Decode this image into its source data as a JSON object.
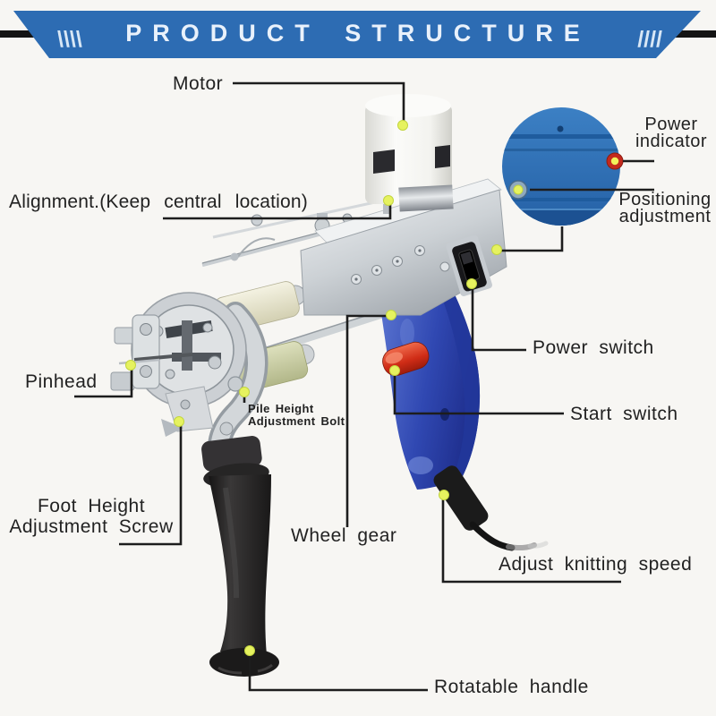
{
  "header": {
    "title": "PRODUCT STRUCTURE",
    "left_slashes": "\\\\\\\\",
    "right_slashes": "////"
  },
  "labels": {
    "motor": "Motor",
    "power_indicator": {
      "line1": "Power",
      "line2": "indicator"
    },
    "alignment": "Alignment.(Keep central location)",
    "positioning": {
      "line1": "Positioning",
      "line2": "adjustment"
    },
    "power_switch": "Power switch",
    "start_switch": "Start switch",
    "pinhead": "Pinhead",
    "pile_height": {
      "line1": "Pile Height",
      "line2": "Adjustment Bolt"
    },
    "foot_height": {
      "line1": "Foot Height",
      "line2": "Adjustment Screw"
    },
    "wheel_gear": "Wheel gear",
    "adjust_knitting_speed": "Adjust knitting speed",
    "rotatable_handle": "Rotatable handle"
  },
  "colors": {
    "banner_blue": "#2d6cb3",
    "callout_dot_yellow": "#e6f25f",
    "led_red": "#c4291d",
    "grip_blue": "#3551b3",
    "handle_black": "#1d1c1c",
    "machine_silver": "#d3d7da",
    "inset_circle_blue": "#2e6fb4"
  }
}
